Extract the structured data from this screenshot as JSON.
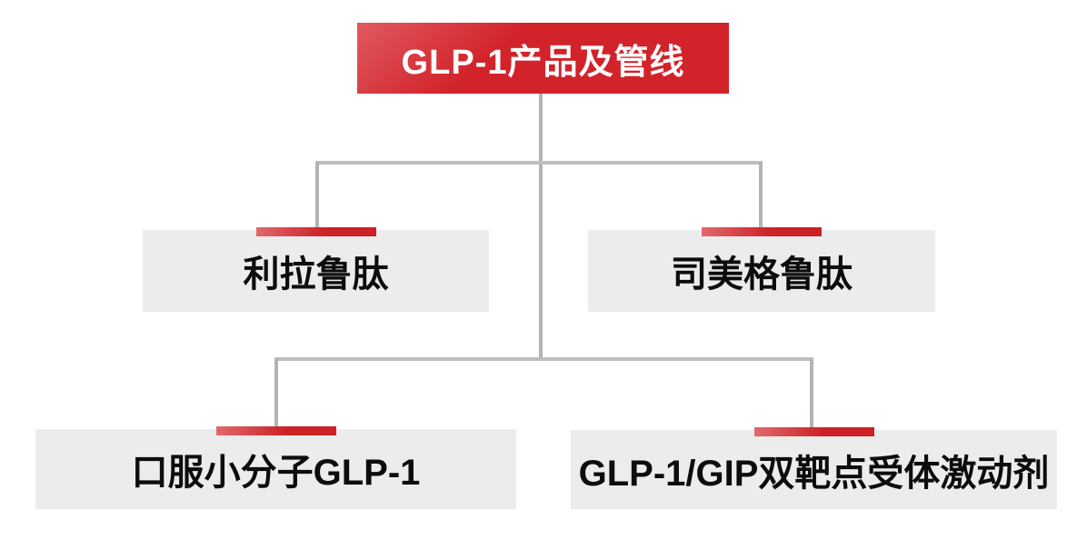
{
  "diagram": {
    "title": "GLP-1产品及管线",
    "root": {
      "label": "GLP-1产品及管线"
    },
    "level1": [
      {
        "id": "liraglutide",
        "label": "利拉鲁肽"
      },
      {
        "id": "semaglutide",
        "label": "司美格鲁肽"
      }
    ],
    "level2": [
      {
        "id": "oral-small-molecule-glp1",
        "label": "口服小分子GLP-1"
      },
      {
        "id": "glp1-gip-dual-agonist",
        "label": "GLP-1/GIP双靶点受体激动剂"
      }
    ],
    "colors": {
      "accent_red": "#d2232a",
      "accent_red_light": "#e0696c",
      "box_gray": "#ececec",
      "line_gray": "#b3b3b3",
      "text_dark": "#0d0d0d",
      "text_light": "#ffffff",
      "background": "#ffffff"
    }
  }
}
